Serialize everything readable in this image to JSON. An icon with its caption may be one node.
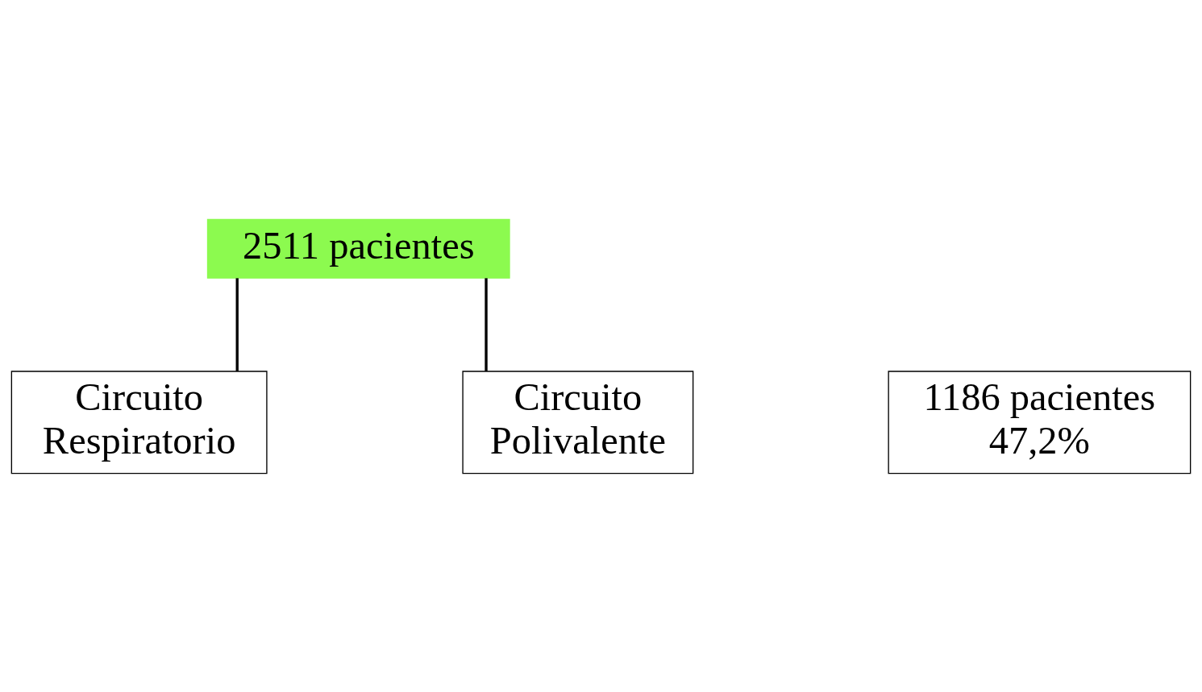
{
  "diagram": {
    "nodes": [
      {
        "text": [
          "2511 pacientes"
        ]
      },
      {
        "text": [
          "Circuito Respiratorio"
        ]
      },
      {
        "text": [
          "Circuito Polivalente"
        ]
      },
      {
        "text": [
          "1186 pacientes 47,2%"
        ]
      }
    ],
    "edges": [
      {
        "from": 0,
        "to": 1,
        "arrow": "none"
      },
      {
        "from": 0,
        "to": 2,
        "arrow": "none"
      }
    ]
  }
}
